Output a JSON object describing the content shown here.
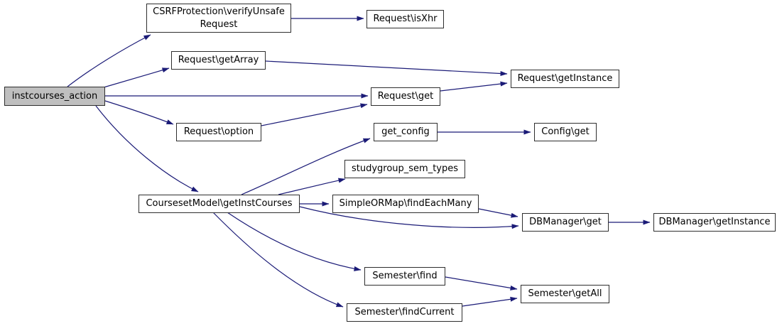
{
  "diagram": {
    "kind": "doxygen-call-graph",
    "background_color": "#ffffff",
    "edge_color": "#1b1b77",
    "node_fill": "#ffffff",
    "node_border_color": "#2e2e2e",
    "highlight_fill": "#bfbfbf",
    "text_color": "#000000",
    "highlighted_node": "instcourses_action"
  },
  "nodes": [
    {
      "id": "instcourses_action",
      "label": "instcourses_action",
      "highlighted": true
    },
    {
      "id": "csrf_verify_unsafe_request",
      "label": "CSRFProtection\\verifyUnsafeRequest",
      "lines": [
        "CSRFProtection\\verifyUnsafe",
        "Request"
      ]
    },
    {
      "id": "request_isxhr",
      "label": "Request\\isXhr"
    },
    {
      "id": "request_getarray",
      "label": "Request\\getArray"
    },
    {
      "id": "request_getinstance",
      "label": "Request\\getInstance"
    },
    {
      "id": "request_get",
      "label": "Request\\get"
    },
    {
      "id": "request_option",
      "label": "Request\\option"
    },
    {
      "id": "get_config",
      "label": "get_config"
    },
    {
      "id": "config_get",
      "label": "Config\\get"
    },
    {
      "id": "studygroup_sem_types",
      "label": "studygroup_sem_types"
    },
    {
      "id": "coursesetmodel_getinstcourses",
      "label": "CoursesetModel\\getInstCourses"
    },
    {
      "id": "simpleormap_findeachmany",
      "label": "SimpleORMap\\findEachMany"
    },
    {
      "id": "dbmanager_get",
      "label": "DBManager\\get"
    },
    {
      "id": "dbmanager_getinstance",
      "label": "DBManager\\getInstance"
    },
    {
      "id": "semester_find",
      "label": "Semester\\find"
    },
    {
      "id": "semester_getall",
      "label": "Semester\\getAll"
    },
    {
      "id": "semester_findcurrent",
      "label": "Semester\\findCurrent"
    }
  ],
  "edges": [
    {
      "from": "instcourses_action",
      "to": "CSRFProtection\\verifyUnsafeRequest"
    },
    {
      "from": "instcourses_action",
      "to": "Request\\getArray"
    },
    {
      "from": "instcourses_action",
      "to": "Request\\get"
    },
    {
      "from": "instcourses_action",
      "to": "Request\\option"
    },
    {
      "from": "instcourses_action",
      "to": "CoursesetModel\\getInstCourses"
    },
    {
      "from": "CSRFProtection\\verifyUnsafeRequest",
      "to": "Request\\isXhr"
    },
    {
      "from": "Request\\getArray",
      "to": "Request\\getInstance"
    },
    {
      "from": "Request\\get",
      "to": "Request\\getInstance"
    },
    {
      "from": "Request\\option",
      "to": "Request\\get"
    },
    {
      "from": "CoursesetModel\\getInstCourses",
      "to": "get_config"
    },
    {
      "from": "CoursesetModel\\getInstCourses",
      "to": "studygroup_sem_types"
    },
    {
      "from": "CoursesetModel\\getInstCourses",
      "to": "SimpleORMap\\findEachMany"
    },
    {
      "from": "CoursesetModel\\getInstCourses",
      "to": "DBManager\\get"
    },
    {
      "from": "CoursesetModel\\getInstCourses",
      "to": "Semester\\find"
    },
    {
      "from": "CoursesetModel\\getInstCourses",
      "to": "Semester\\findCurrent"
    },
    {
      "from": "SimpleORMap\\findEachMany",
      "to": "DBManager\\get"
    },
    {
      "from": "DBManager\\get",
      "to": "DBManager\\getInstance"
    },
    {
      "from": "get_config",
      "to": "Config\\get"
    },
    {
      "from": "Semester\\find",
      "to": "Semester\\getAll"
    },
    {
      "from": "Semester\\findCurrent",
      "to": "Semester\\getAll"
    }
  ]
}
